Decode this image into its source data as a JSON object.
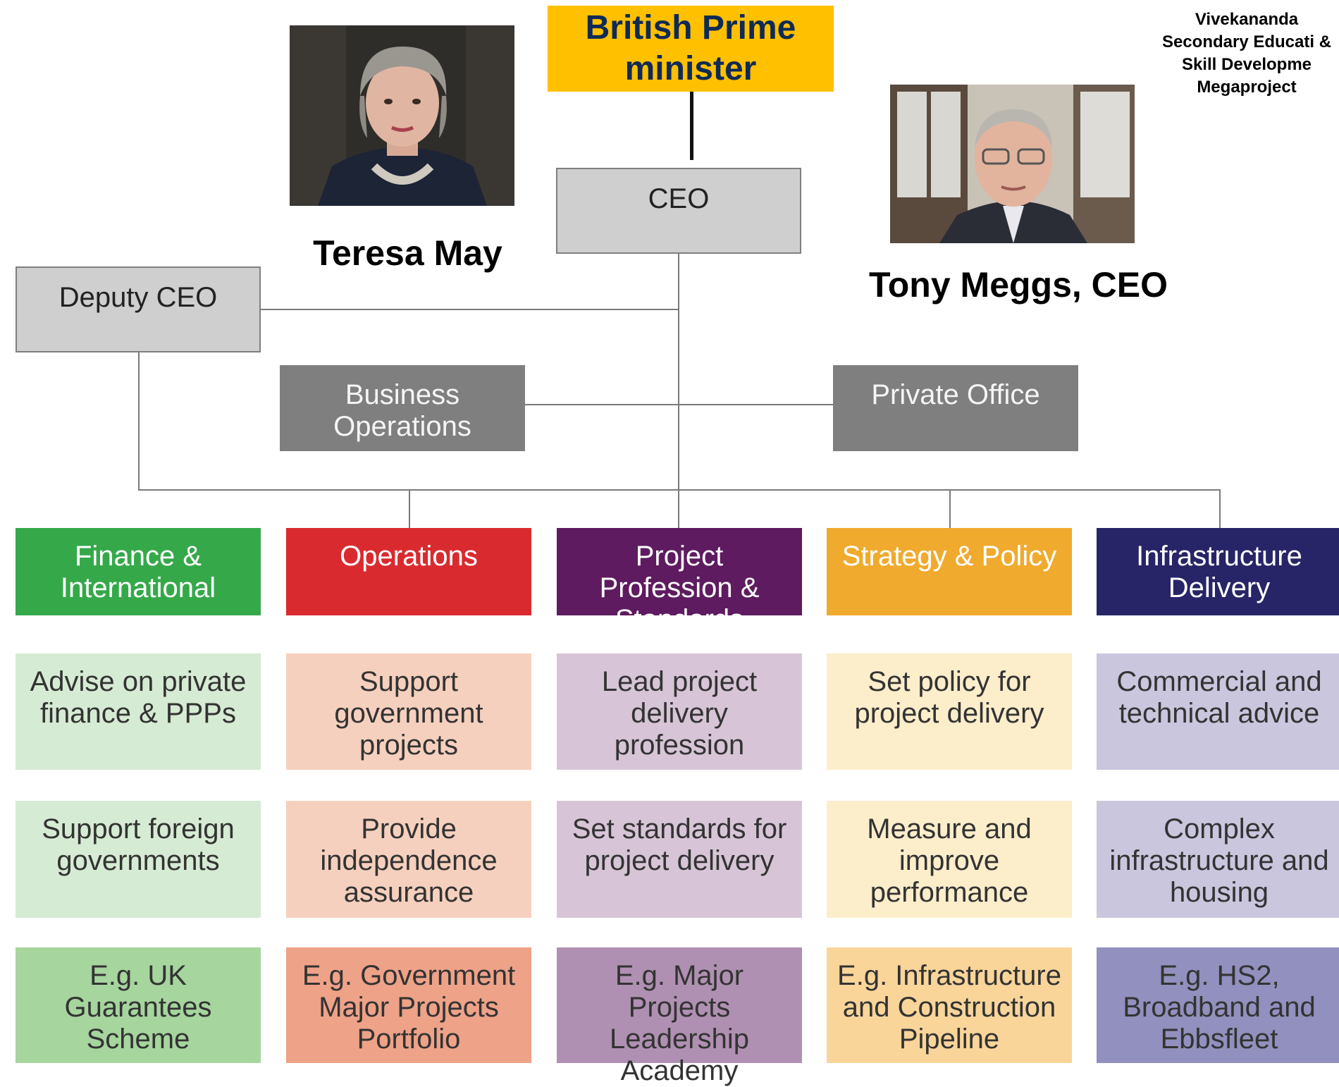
{
  "top": {
    "title": "British Prime minister",
    "title_bg": "#FFC000"
  },
  "corner_label": "Vivekananda Secondary Educati & Skill Developme Megaproject",
  "people": {
    "pm": {
      "name": "Teresa May",
      "icon": "portrait-woman"
    },
    "ceo": {
      "name": "Tony Meggs, CEO",
      "icon": "portrait-man"
    }
  },
  "org": {
    "ceo": "CEO",
    "deputy": "Deputy CEO",
    "business_ops": "Business Operations",
    "private_office": "Private Office"
  },
  "columns": [
    {
      "header": "Finance & International",
      "head_color": "#35A94A",
      "cell_color": "#D6EBD3",
      "last_color": "#A6D59E",
      "cells": [
        "Advise on private finance & PPPs",
        "Support foreign governments",
        "E.g. UK Guarantees Scheme"
      ]
    },
    {
      "header": "Operations",
      "head_color": "#D92B2F",
      "cell_color": "#F6D0BE",
      "last_color": "#EEA288",
      "cells": [
        "Support government projects",
        "Provide independence assurance",
        "E.g. Government Major Projects Portfolio"
      ]
    },
    {
      "header": "Project Profession & Standards",
      "head_color": "#5E1B5F",
      "cell_color": "#D7C5D7",
      "last_color": "#B090B2",
      "cells": [
        "Lead project delivery profession",
        "Set standards for project delivery",
        "E.g. Major Projects Leadership Academy"
      ]
    },
    {
      "header": "Strategy & Policy",
      "head_color": "#F0AA2E",
      "cell_color": "#FCEDCB",
      "last_color": "#F9D59A",
      "cells": [
        "Set policy for project delivery",
        "Measure and improve performance",
        "E.g. Infrastructure and Construction Pipeline"
      ]
    },
    {
      "header": "Infrastructure Delivery",
      "head_color": "#272467",
      "cell_color": "#C9C6DE",
      "last_color": "#9290BE",
      "cells": [
        "Commercial and technical advice",
        "Complex infrastructure and housing",
        "E.g. HS2, Broadband and Ebbsfleet"
      ]
    }
  ]
}
